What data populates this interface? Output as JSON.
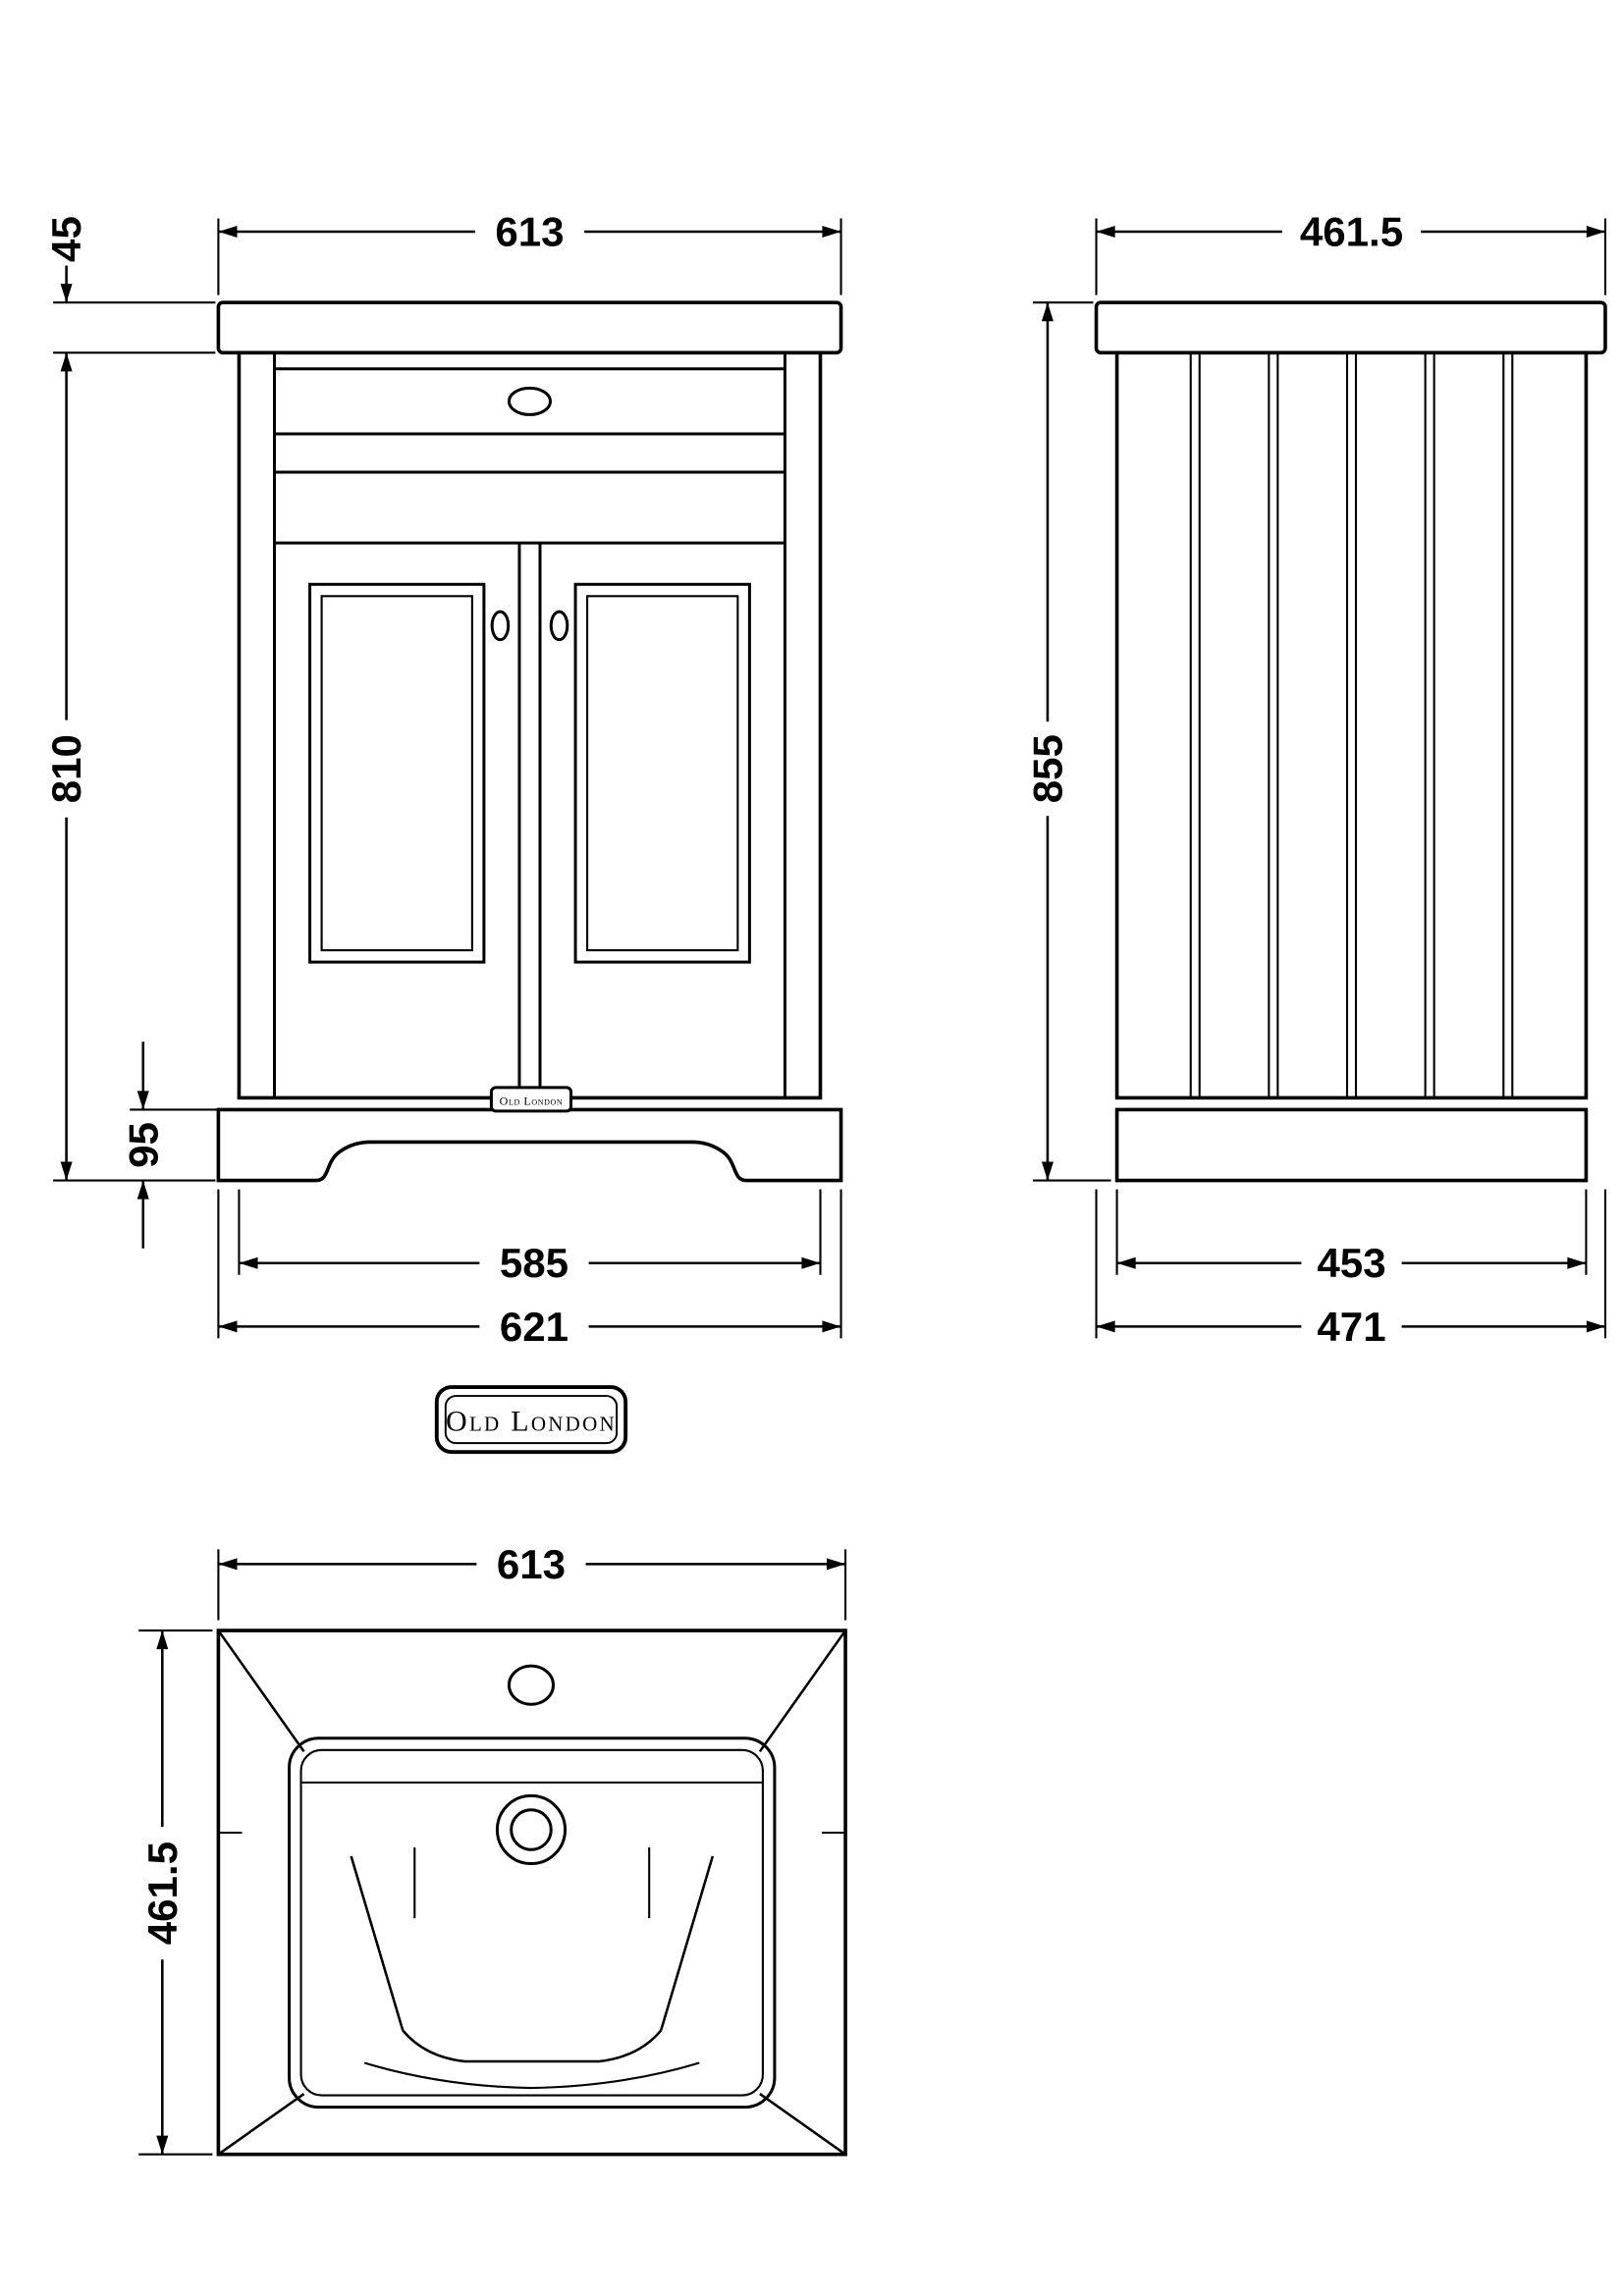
{
  "drawing": {
    "brand_badge": "Old London",
    "cabinet_nameplate": "Old London"
  },
  "front_view": {
    "dims": {
      "counter_width": "613",
      "counter_thickness": "45",
      "body_height": "810",
      "plinth_height": "95",
      "base_width_inner": "585",
      "base_width_outer": "621"
    }
  },
  "side_view": {
    "dims": {
      "counter_depth": "461.5",
      "overall_height": "855",
      "base_depth_inner": "453",
      "base_depth_outer": "471"
    }
  },
  "basin_view": {
    "dims": {
      "width": "613",
      "depth": "461.5"
    }
  },
  "colors": {
    "line": "#000000",
    "background": "#ffffff"
  }
}
